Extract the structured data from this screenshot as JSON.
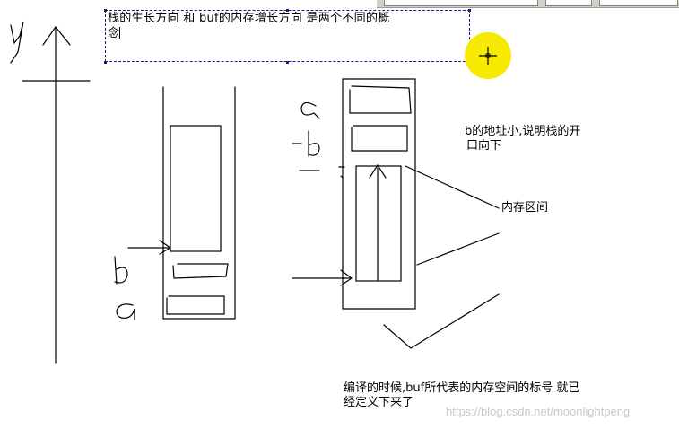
{
  "note": {
    "line1": "栈的生长方向 和 buf的内存增长方向 是两个不同的概",
    "line2": "念"
  },
  "annotations": {
    "b_addr_line1": "b的地址小,说明栈的开",
    "b_addr_line2": "口向下",
    "mem_region": "内存区间",
    "compile_line1": "编译的时候,buf所代表的内存空间的标号 就已",
    "compile_line2": "经定义下来了"
  },
  "watermark": "https://blog.csdn.net/moonlightpeng",
  "colors": {
    "highlight": "#f5ea00",
    "selection": "#1a1a80"
  }
}
